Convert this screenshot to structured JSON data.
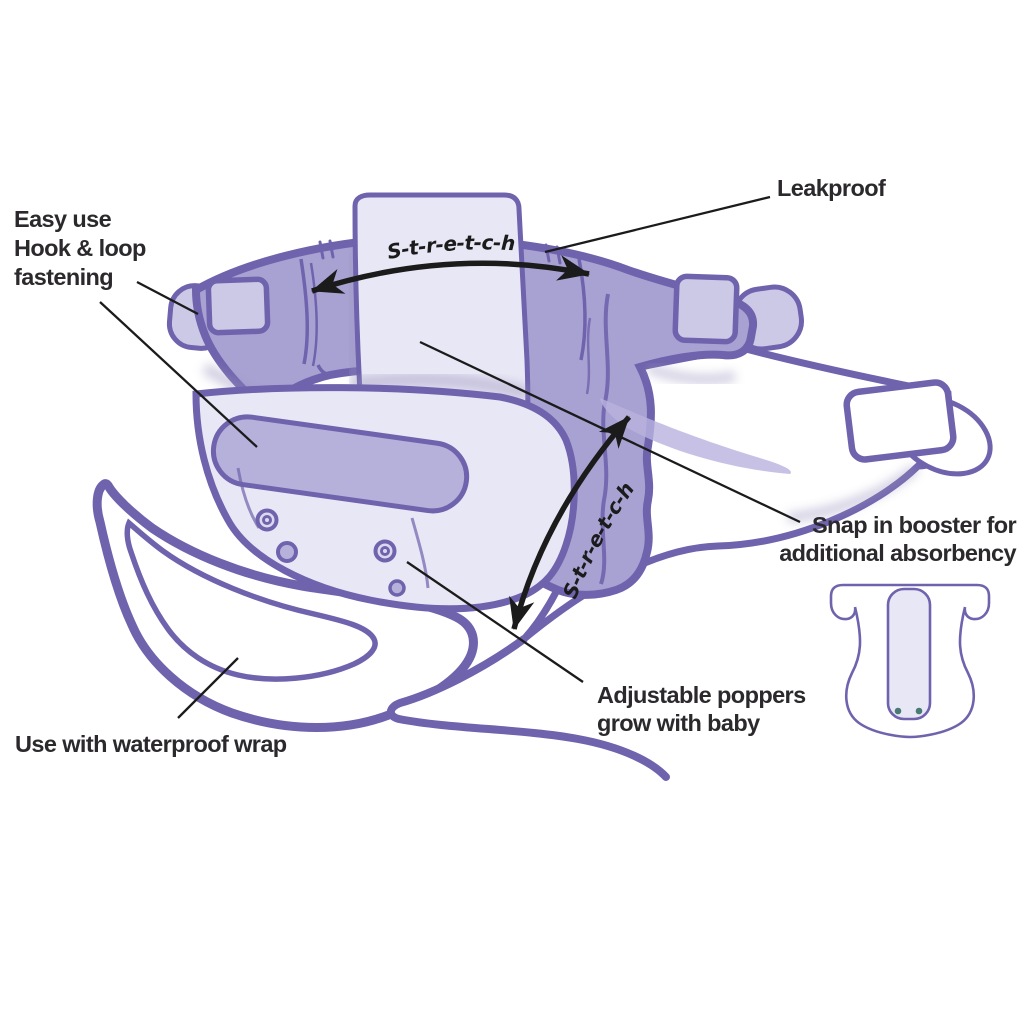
{
  "labels": {
    "easy_use": [
      "Easy use",
      "Hook & loop",
      "fastening"
    ],
    "leakproof": "Leakproof",
    "stretch_waist": "S-t-r-e-t-c-h",
    "stretch_leg": "S-t-r-e-t-c-h",
    "snap_booster": [
      "Snap in booster for",
      "additional absorbency"
    ],
    "adjustable_poppers": [
      "Adjustable poppers",
      "grow with baby"
    ],
    "waterproof_wrap": "Use with waterproof wrap"
  },
  "colors": {
    "background": "#FFFFFF",
    "outline": "#6F63AD",
    "back_fill": "#A8A2D3",
    "light_fill": "#E8E7F5",
    "tab_fill": "#CCC9E7",
    "strip_fill": "#B6B1DB",
    "stripe_fill": "#B9B3DE",
    "snap_fill": "#DCD9EE",
    "label_color": "#2B292C",
    "arrow_color": "#1B1B1B",
    "shadow_color": "#9A93BD",
    "snap_dot_color": "#4A7A74"
  }
}
